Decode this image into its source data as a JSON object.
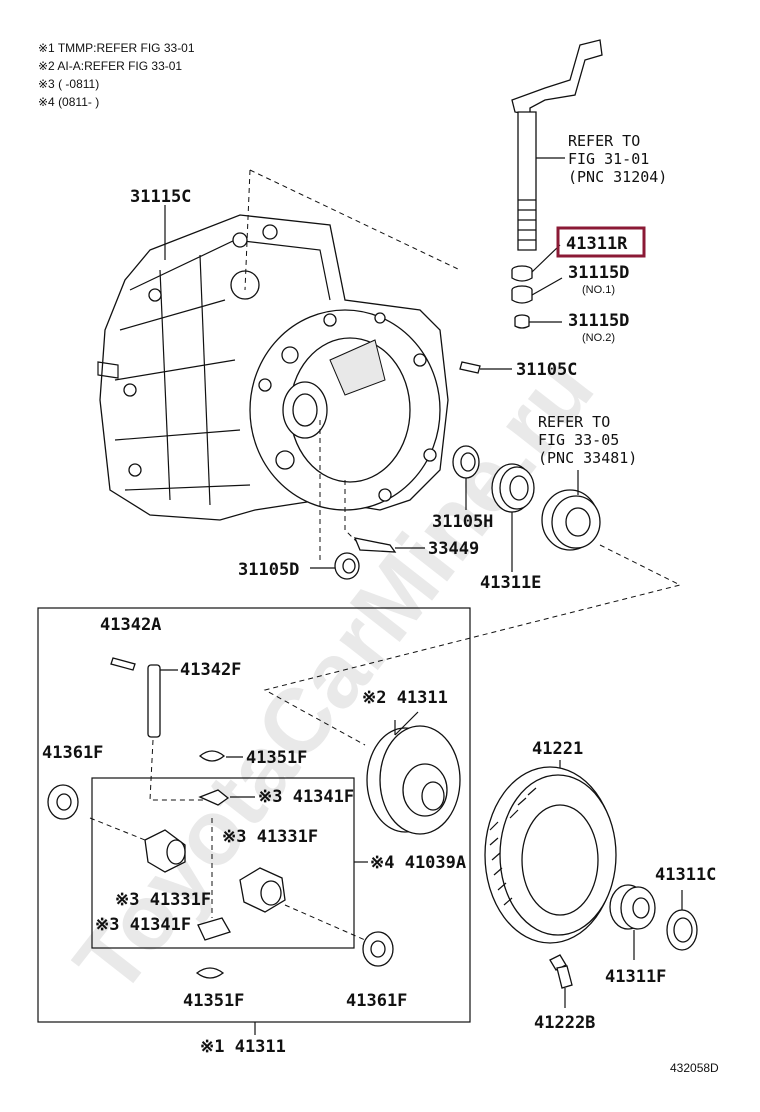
{
  "notes": [
    "※1 TMMP:REFER FIG 33-01",
    "※2 AI-A:REFER FIG 33-01",
    "※3 (      -0811)",
    "※4 (0811-      )"
  ],
  "watermark": "ToyotaCarMine.ru",
  "refer1": [
    "REFER TO",
    "FIG 31-01",
    "(PNC 31204)"
  ],
  "refer2": [
    "REFER TO",
    "FIG 33-05",
    "(PNC 33481)"
  ],
  "highlight_part": "41311R",
  "parts": {
    "p31115C": "31115C",
    "p41311R": "41311R",
    "p31115D_1": "31115D",
    "p31115D_1_note": "(NO.1)",
    "p31115D_2": "31115D",
    "p31115D_2_note": "(NO.2)",
    "p31105C": "31105C",
    "p31105H": "31105H",
    "p33449": "33449",
    "p31105D": "31105D",
    "p41311E": "41311E",
    "p41342A": "41342A",
    "p41342F": "41342F",
    "p41311_2": "※2 41311",
    "p41361F_a": "41361F",
    "p41351F_a": "41351F",
    "p41341F_a": "※3 41341F",
    "p41331F_a": "※3 41331F",
    "p41039A": "※4 41039A",
    "p41331F_b": "※3 41331F",
    "p41341F_b": "※3 41341F",
    "p41351F_b": "41351F",
    "p41361F_b": "41361F",
    "p41311_1": "※1 41311",
    "p41221": "41221",
    "p41311C": "41311C",
    "p41311F": "41311F",
    "p41222B": "41222B"
  },
  "figure_id": "432058D"
}
